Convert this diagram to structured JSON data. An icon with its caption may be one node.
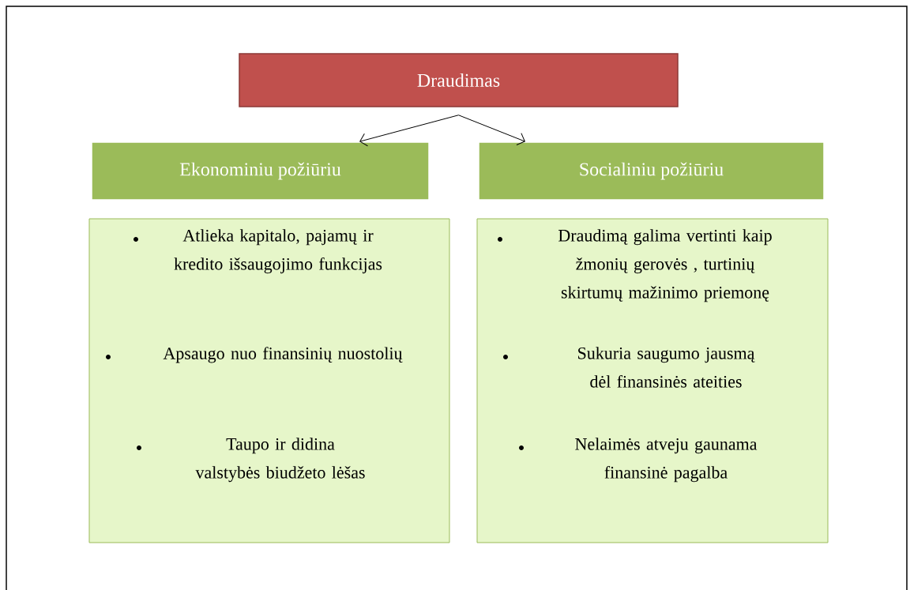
{
  "diagram": {
    "nodes": [
      {
        "text": [
          "Draudimas"
        ]
      },
      {
        "text": [
          "Ekonominiu požiūriu"
        ]
      },
      {
        "text": [
          "Socialiniu požiūriu"
        ]
      },
      {
        "text": [
          "Atlieka kapitalo, pajamų ir kredito išsaugojimo funkcijas",
          "Apsaugo nuo finansinių nuostolių",
          "Taupo ir didina valstybės biudžeto lėšas"
        ]
      },
      {
        "text": [
          "Draudimą galima vertinti kaip žmonių gerovės , turtinių skirtumų  mažinimo priemonę",
          "Sukuria saugumo jausmą dėl finansinės ateities",
          "Nelaimės atveju gaunama finansinė pagalba"
        ]
      }
    ],
    "edges": [
      {
        "from": 0,
        "to": 1,
        "arrow": "to"
      },
      {
        "from": 0,
        "to": 2,
        "arrow": "to"
      }
    ]
  }
}
